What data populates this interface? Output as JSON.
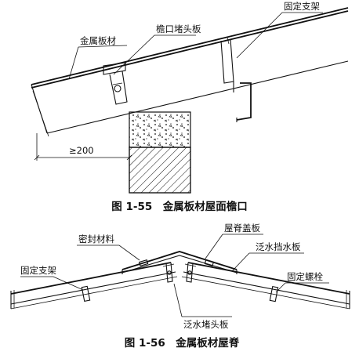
{
  "figure_55": {
    "caption": "图 1-55　金属板材屋面檐口",
    "labels": {
      "metal_sheet": "金属板材",
      "eave_closure": "檐口堵头板",
      "fixed_support": "固定支架",
      "dimension": "≥200"
    }
  },
  "figure_56": {
    "caption": "图 1-56　金属板材屋脊",
    "labels": {
      "sealant": "密封材料",
      "ridge_cap": "屋脊盖板",
      "flashing_board": "泛水挡水板",
      "fixed_support": "固定支架",
      "fixed_bolt": "固定螺栓",
      "flashing_closure": "泛水堵头板"
    }
  }
}
